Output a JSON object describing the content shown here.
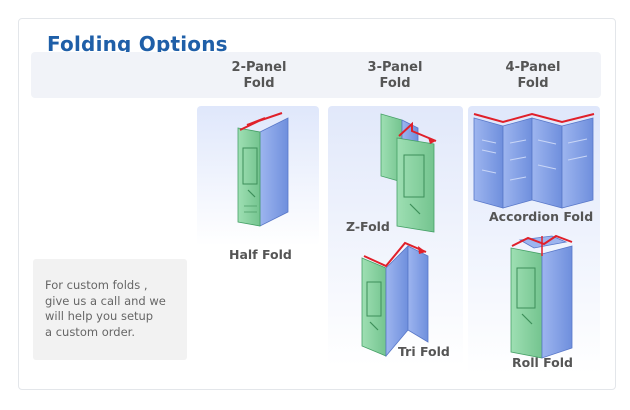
{
  "title": "Folding Options",
  "columns": [
    {
      "line1": "2-Panel",
      "line2": "Fold"
    },
    {
      "line1": "3-Panel",
      "line2": "Fold"
    },
    {
      "line1": "4-Panel",
      "line2": "Fold"
    }
  ],
  "note": "For custom folds ,\ngive us a call and we\nwill help you setup\na custom order.",
  "folds": {
    "half": "Half Fold",
    "z": "Z-Fold",
    "tri": "Tri Fold",
    "accordion": "Accordion Fold",
    "roll": "Roll Fold"
  },
  "colors": {
    "title": "#1f5fa8",
    "green_panel": "#8ed5a6",
    "blue_panel": "#8aa6e8",
    "arrow": "#e0202a"
  }
}
